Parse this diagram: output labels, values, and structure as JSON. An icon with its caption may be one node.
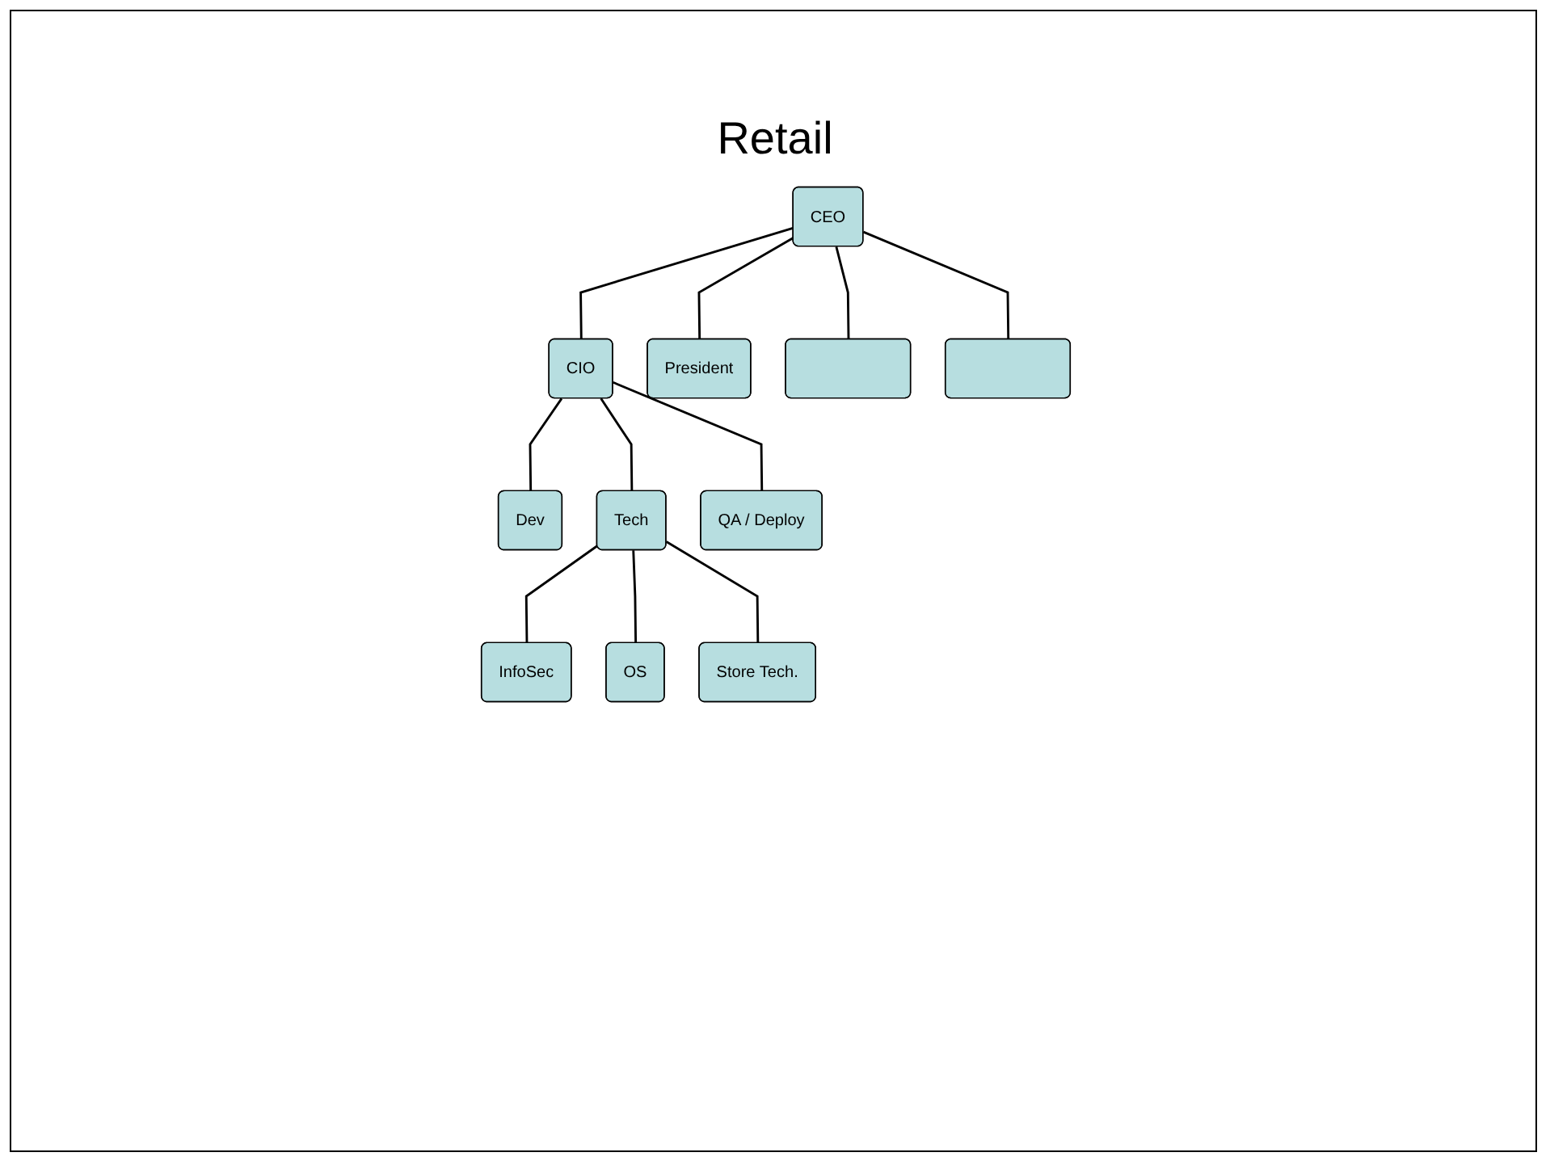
{
  "diagram": {
    "title": "Retail",
    "nodes": [
      {
        "text": [
          "CEO"
        ]
      },
      {
        "text": [
          "CIO"
        ]
      },
      {
        "text": [
          "President"
        ]
      },
      {
        "text": [],
        "shape": "box"
      },
      {
        "text": [],
        "shape": "box"
      },
      {
        "text": [
          "Dev"
        ]
      },
      {
        "text": [
          "Tech"
        ]
      },
      {
        "text": [
          "QA / Deploy"
        ]
      },
      {
        "text": [
          "InfoSec"
        ]
      },
      {
        "text": [
          "OS"
        ]
      },
      {
        "text": [
          "Store Tech."
        ]
      }
    ],
    "edges": [
      {
        "from": 0,
        "to": 1,
        "arrow": "none"
      },
      {
        "from": 0,
        "to": 2,
        "arrow": "none"
      },
      {
        "from": 0,
        "to": 3,
        "arrow": "none"
      },
      {
        "from": 0,
        "to": 4,
        "arrow": "none"
      },
      {
        "from": 1,
        "to": 5,
        "arrow": "none"
      },
      {
        "from": 1,
        "to": 6,
        "arrow": "none"
      },
      {
        "from": 1,
        "to": 7,
        "arrow": "none"
      },
      {
        "from": 6,
        "to": 8,
        "arrow": "none"
      },
      {
        "from": 6,
        "to": 9,
        "arrow": "none"
      },
      {
        "from": 6,
        "to": 10,
        "arrow": "none"
      }
    ]
  }
}
